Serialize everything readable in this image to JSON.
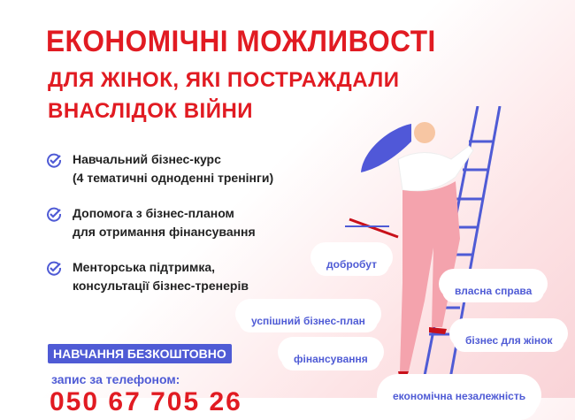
{
  "title": {
    "line1": "ЕКОНОМІЧНІ МОЖЛИВОСТІ",
    "line2": "ДЛЯ ЖІНОК, ЯКІ ПОСТРАЖДАЛИ",
    "line3": "ВНАСЛІДОК ВІЙНИ"
  },
  "features": [
    {
      "line1": "Навчальний бізнес-курс",
      "line2": "(4 тематичні одноденні тренінги)"
    },
    {
      "line1": "Допомога з бізнес-планом",
      "line2": "для отримання фінансування"
    },
    {
      "line1": "Менторська підтримка,",
      "line2": "консультації бізнес-тренерів"
    }
  ],
  "badge": "НАВЧАННЯ БЕЗКОШТОВНО",
  "registration": "запис за телефоном:",
  "phone": "050 67 705 26",
  "clouds": [
    "добробут",
    "власна справа",
    "успішний бізнес-план",
    "бізнес для жінок",
    "фінансування",
    "економічна незалежність"
  ],
  "colors": {
    "red": "#e11b22",
    "blue": "#4f5bd5",
    "pink": "#f4a3ad"
  }
}
